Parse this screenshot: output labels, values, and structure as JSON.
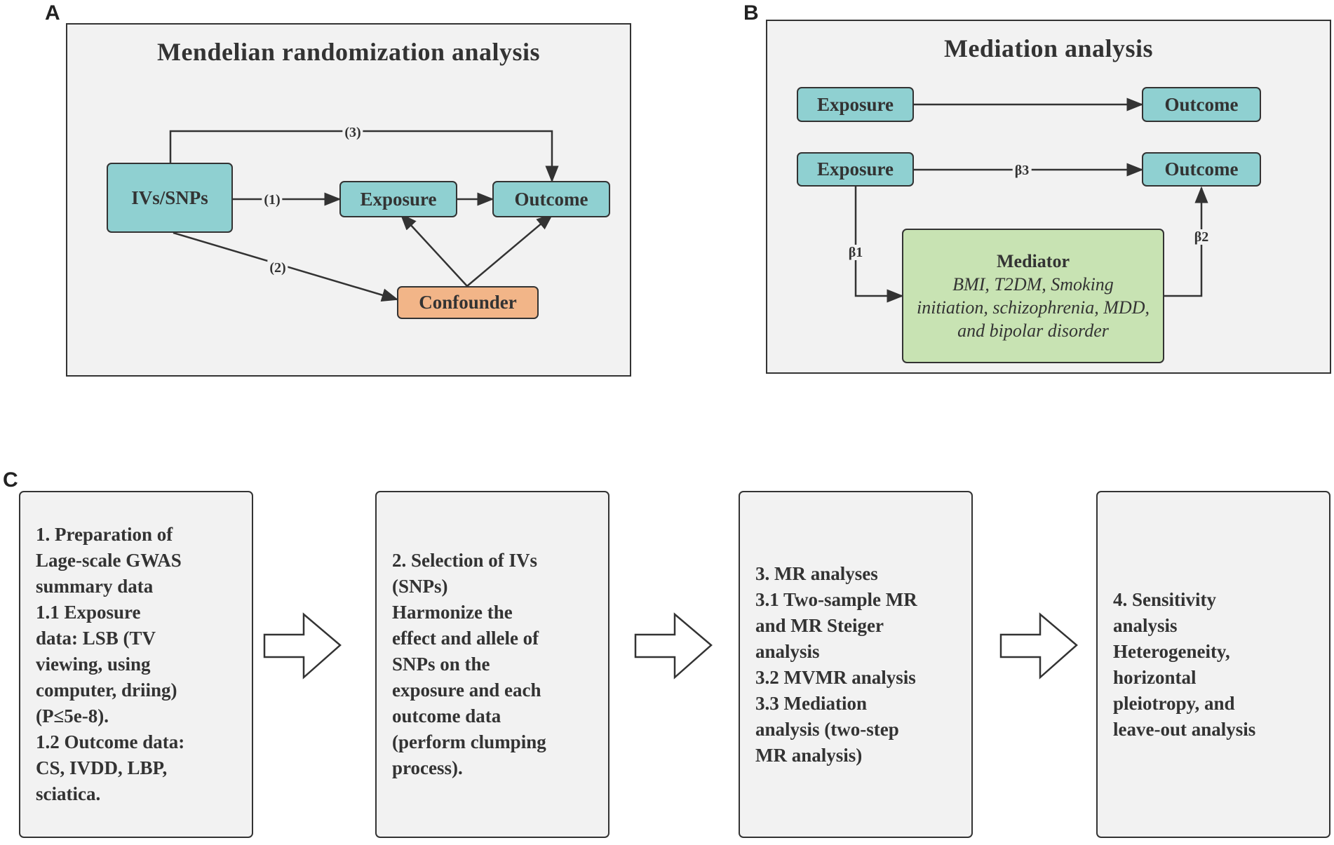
{
  "panel_a": {
    "letter": "A",
    "title": "Mendelian randomization analysis",
    "nodes": {
      "ivs": "IVs/SNPs",
      "exposure": "Exposure",
      "outcome": "Outcome",
      "confounder": "Confounder"
    },
    "edge_labels": {
      "e1": "(1)",
      "e2": "(2)",
      "e3": "(3)"
    }
  },
  "panel_b": {
    "letter": "B",
    "title": "Mediation analysis",
    "nodes": {
      "exposure_top": "Exposure",
      "outcome_top": "Outcome",
      "exposure_bottom": "Exposure",
      "outcome_bottom": "Outcome",
      "mediator_title": "Mediator",
      "mediator_body": "BMI, T2DM, Smoking initiation, schizophrenia, MDD, and bipolar disorder"
    },
    "edge_labels": {
      "b1": "β1",
      "b2": "β2",
      "b3": "β3"
    }
  },
  "panel_c": {
    "letter": "C",
    "steps": [
      {
        "text": "1. Preparation of\nLage-scale GWAS\nsummary data\n1.1 Exposure\ndata: LSB (TV\nviewing, using\ncomputer, driing)\n(P≤5e-8).\n1.2 Outcome data:\nCS, IVDD, LBP,\nsciatica."
      },
      {
        "text": "2. Selection of IVs\n(SNPs)\nHarmonize the\neffect and allele of\nSNPs on the\nexposure and each\noutcome data\n(perform clumping\nprocess)."
      },
      {
        "text": "3. MR analyses\n3.1 Two-sample MR\nand MR Steiger\nanalysis\n3.2 MVMR analysis\n3.3 Mediation\nanalysis (two-step\nMR analysis)"
      },
      {
        "text": "4. Sensitivity\nanalysis\nHeterogeneity,\nhorizontal\npleiotropy, and\nleave-out analysis"
      }
    ]
  },
  "colors": {
    "teal": "#8fd0d1",
    "orange": "#f2b588",
    "green": "#c8e3b3",
    "panel_bg": "#f2f2f2",
    "stroke": "#333333"
  }
}
